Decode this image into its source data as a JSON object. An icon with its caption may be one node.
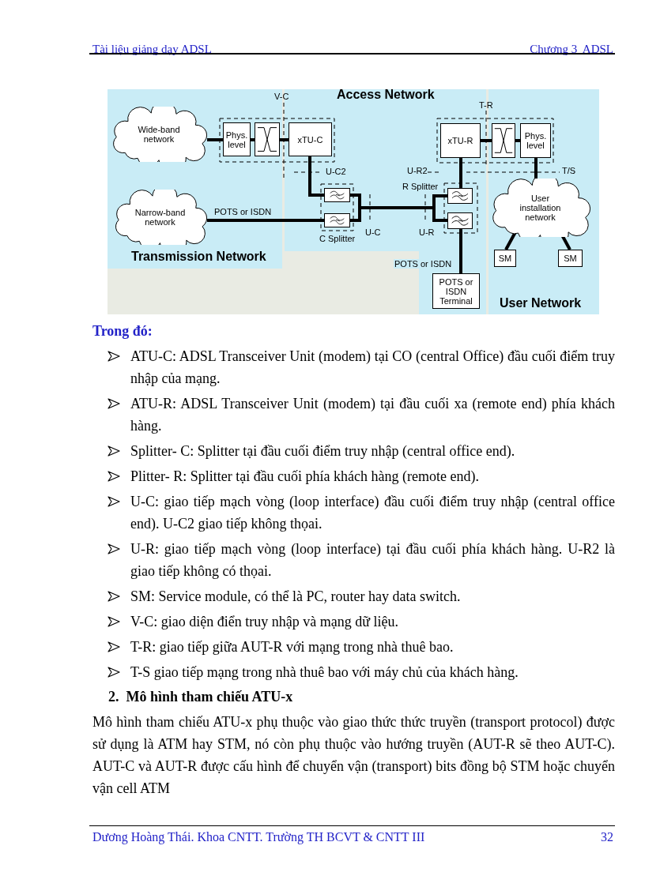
{
  "diagram": {
    "nodes": [
      {
        "text": [
          "Transmission Network"
        ]
      },
      {
        "text": [
          "Access Network"
        ]
      },
      {
        "text": [
          "User Network"
        ]
      },
      {
        "text": [
          "Wide-band network"
        ],
        "in": 0
      },
      {
        "text": [
          "Narrow-band network"
        ],
        "in": 0
      },
      {
        "text": [
          "Phys. level"
        ],
        "in": 0
      },
      {
        "text": [],
        "shape": "box",
        "in": 0
      },
      {
        "text": [
          "xTU-C"
        ],
        "in": 1
      },
      {
        "text": [],
        "shape": "box",
        "in": 1
      },
      {
        "text": [],
        "shape": "box",
        "in": 1
      },
      {
        "text": [],
        "shape": "box",
        "in": 1
      },
      {
        "text": [],
        "shape": "box",
        "in": 1
      },
      {
        "text": [
          "xTU-R"
        ],
        "in": 1
      },
      {
        "text": [],
        "shape": "box",
        "in": 2
      },
      {
        "text": [
          "Phys. level"
        ],
        "in": 2
      },
      {
        "text": [
          "User installation network"
        ],
        "in": 2
      },
      {
        "text": [
          "SM"
        ],
        "in": 2
      },
      {
        "text": [
          "SM"
        ],
        "in": 2
      },
      {
        "text": [
          "POTS or ISDN Terminal"
        ]
      }
    ],
    "edges": [
      {
        "from": 3,
        "to": 5,
        "arrow": "none"
      },
      {
        "from": 5,
        "to": 6,
        "arrow": "none"
      },
      {
        "from": 6,
        "to": 7,
        "arrow": "none"
      },
      {
        "from": 7,
        "to": 8,
        "arrow": "none"
      },
      {
        "from": 4,
        "to": 9,
        "label": "POTS or ISDN",
        "arrow": "none"
      },
      {
        "from": 8,
        "to": 10,
        "arrow": "none"
      },
      {
        "from": 8,
        "to": 11,
        "arrow": "none"
      },
      {
        "from": 9,
        "to": 10,
        "arrow": "none"
      },
      {
        "from": 9,
        "to": 11,
        "arrow": "none"
      },
      {
        "from": 10,
        "to": 12,
        "arrow": "none"
      },
      {
        "from": 11,
        "to": 18,
        "label": "POTS or ISDN",
        "arrow": "none"
      },
      {
        "from": 12,
        "to": 13,
        "arrow": "none"
      },
      {
        "from": 13,
        "to": 14,
        "arrow": "none"
      },
      {
        "from": 14,
        "to": 15,
        "arrow": "none"
      },
      {
        "from": 15,
        "to": 16,
        "arrow": "none"
      },
      {
        "from": 15,
        "to": 17,
        "arrow": "none"
      }
    ],
    "labels": [
      "Tài liệu giảng dạy ADSL",
      "Chương 3  ADSL",
      "V-C",
      "U-C2",
      "C Splitter",
      "U-C",
      "R Splitter",
      "U-R2",
      "U-R",
      "T-R",
      "T/S",
      "Trong đó:",
      "ATU-C: ADSL Transceiver Unit (modem) tại CO (central Office) đầu cuối điểm truy nhập của mạng.",
      "ATU-R: ADSL Transceiver Unit (modem) tại đầu cuối xa (remote end) phía khách hàng.",
      "Splitter- C: Splitter tại đầu cuối điểm truy nhập (central office end).",
      "Plitter- R: Splitter tại đầu cuối phía khách hàng (remote end).",
      "U-C: giao tiếp mạch vòng (loop interface) đầu cuối điểm truy nhập (central office end). U-C2 giao tiếp không thọai.",
      "U-R: giao tiếp mạch vòng (loop interface) tại đầu cuối phía khách hàng. U-R2 là giao tiếp không có thọai.",
      "SM: Service module, có thể là PC, router hay data switch.",
      "V-C: giao diện điển truy nhập và mạng dữ liệu.",
      "T-R: giao tiếp giữa AUT-R với mạng trong nhà thuê bao.",
      "T-S giao tiếp mạng trong nhà thuê bao với máy chủ của khách hàng.",
      "2.  Mô hình tham chiếu ATU-x",
      "Mô hình tham chiếu ATU-x phụ thuộc vào giao thức thức truyền (transport protocol) được sử dụng là ATM hay STM, nó còn phụ thuộc vào hướng truyền (AUT-R sẽ theo AUT-C). AUT-C và AUT-R được cấu hình để chuyển vận (transport) bits đồng bộ STM hoặc chuyển vận cell ATM",
      "Dương Hoàng Thái. Khoa CNTT. Trường TH BCVT & CNTT III",
      "32"
    ]
  }
}
